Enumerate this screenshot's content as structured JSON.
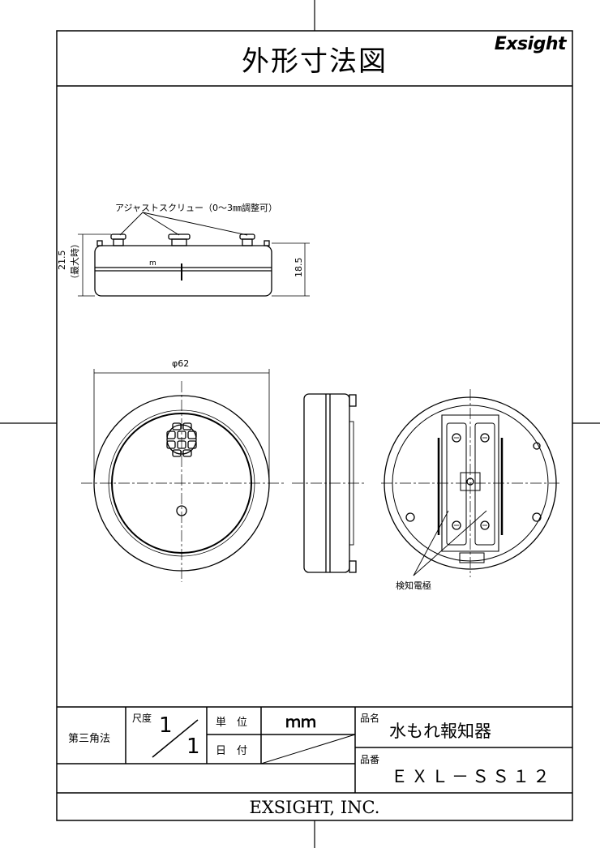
{
  "drawing": {
    "title": "外形寸法図",
    "brand": "Exsight",
    "annotations": {
      "adjust_screw": "アジャストスクリュー（0～3㎜調整可）",
      "height_max": "21.5",
      "height_max_note": "（最大時）",
      "height": "18.5",
      "diameter": "φ62",
      "electrode": "検知電極",
      "mark": "m"
    }
  },
  "title_block": {
    "projection": "第三角法",
    "scale_label": "尺度",
    "scale_numerator": "1",
    "scale_denominator": "1",
    "unit_label": "単　位",
    "unit_value": "ｍｍ",
    "date_label": "日　付",
    "product_name_label": "品名",
    "product_name": "水もれ報知器",
    "product_number_label": "品番",
    "product_number": "ＥＸＬ－ＳＳ１２",
    "company": "EXSIGHT, INC."
  }
}
